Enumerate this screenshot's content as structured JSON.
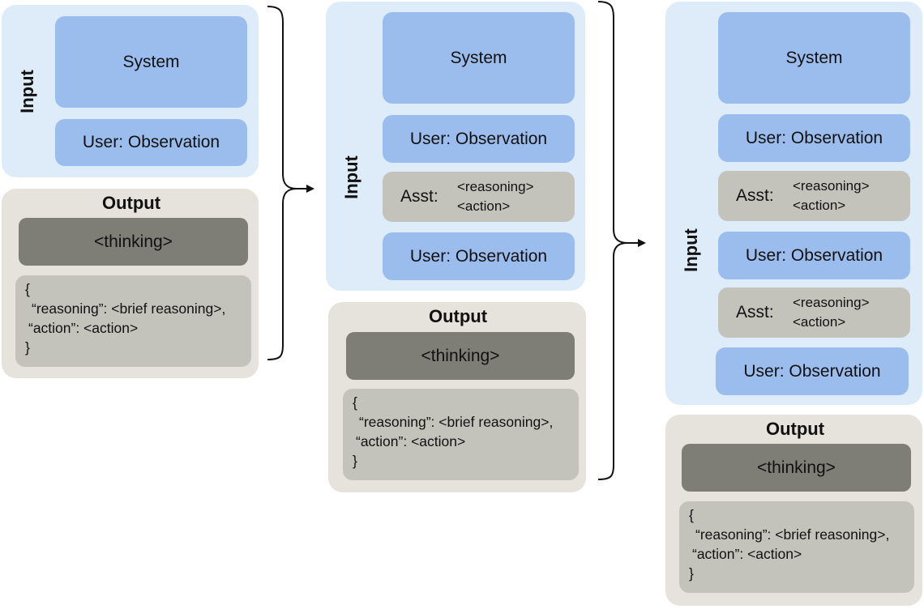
{
  "labels": {
    "input": "Input",
    "output": "Output",
    "system": "System",
    "user_observation": "User: Observation",
    "asst": "Asst:",
    "reasoning_tag": "<reasoning>",
    "action_tag": "<action>",
    "thinking": "<thinking>"
  },
  "json_output": {
    "open": "{",
    "reasoning_line": "“reasoning”: <brief reasoning>,",
    "action_line": "“action”: <action>",
    "close": "}"
  },
  "colors": {
    "input_panel": "#deebf9",
    "blue_box": "#9bbdee",
    "output_panel": "#e6e2dc",
    "thinking_box": "#7e7e77",
    "gray_box": "#c4c3bb"
  }
}
